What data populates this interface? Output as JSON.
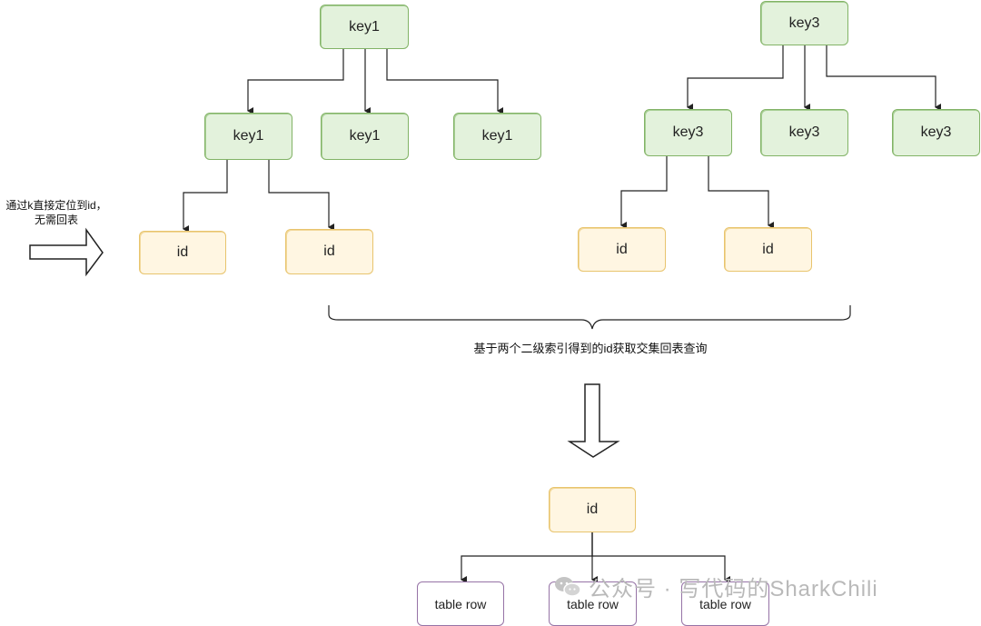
{
  "top_left": {
    "root": "key1",
    "children": [
      "key1",
      "key1",
      "key1"
    ],
    "leaves": [
      "id",
      "id"
    ]
  },
  "top_right": {
    "root": "key3",
    "children": [
      "key3",
      "key3",
      "key3"
    ],
    "leaves": [
      "id",
      "id"
    ]
  },
  "side_note": {
    "line1": "通过k直接定位到id，",
    "line2": "无需回表"
  },
  "brace_caption": "基于两个二级索引得到的id获取交集回表查询",
  "bottom": {
    "node": "id",
    "rows": [
      "table row",
      "table row",
      "table row"
    ]
  },
  "watermark": {
    "text": "公众号 · 写代码的SharkChili",
    "icon": "wechat-icon"
  },
  "colors": {
    "green_fill": "#e3f2dc",
    "green_stroke": "#82b366",
    "yellow_fill": "#fff6e2",
    "yellow_stroke": "#e8c46d",
    "purple_stroke": "#9673a6"
  }
}
